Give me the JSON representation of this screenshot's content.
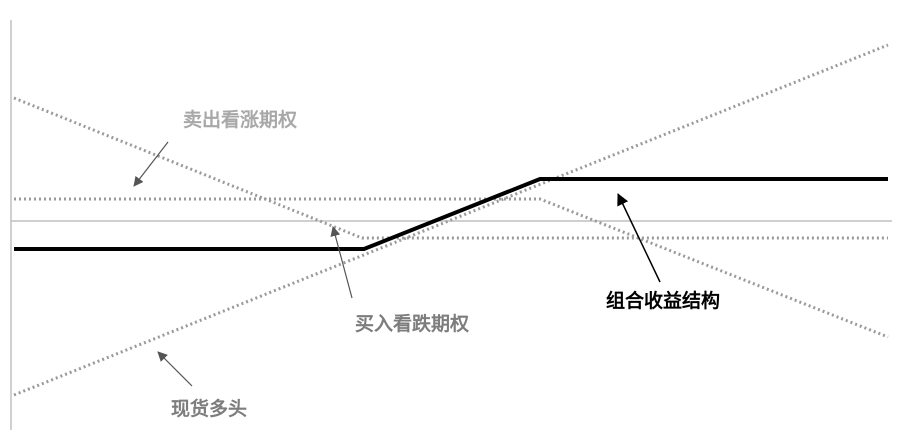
{
  "labels": {
    "sell_call": "卖出看涨期权",
    "buy_put": "买入看跌期权",
    "combined_payoff": "组合收益结构",
    "long_spot": "现货多头"
  },
  "colors": {
    "combined_line": "#000000",
    "dotted_lines": "#9a9a9a",
    "axes": "#c0c0c0",
    "sell_call_label": "#a8a8a8",
    "other_labels": "#7d7d7d"
  }
}
